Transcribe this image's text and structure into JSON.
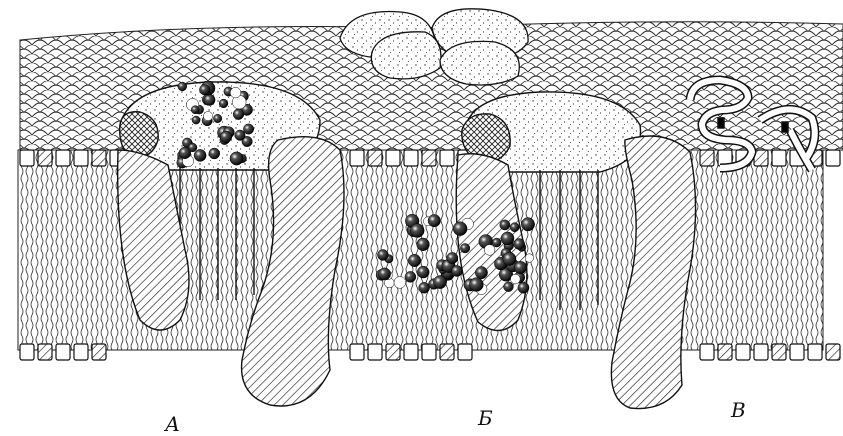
{
  "labels": {
    "a": "А",
    "b": "Б",
    "v": "В"
  },
  "colors": {
    "ink": "#111111",
    "paper": "#ffffff",
    "hatch": "#222222"
  }
}
